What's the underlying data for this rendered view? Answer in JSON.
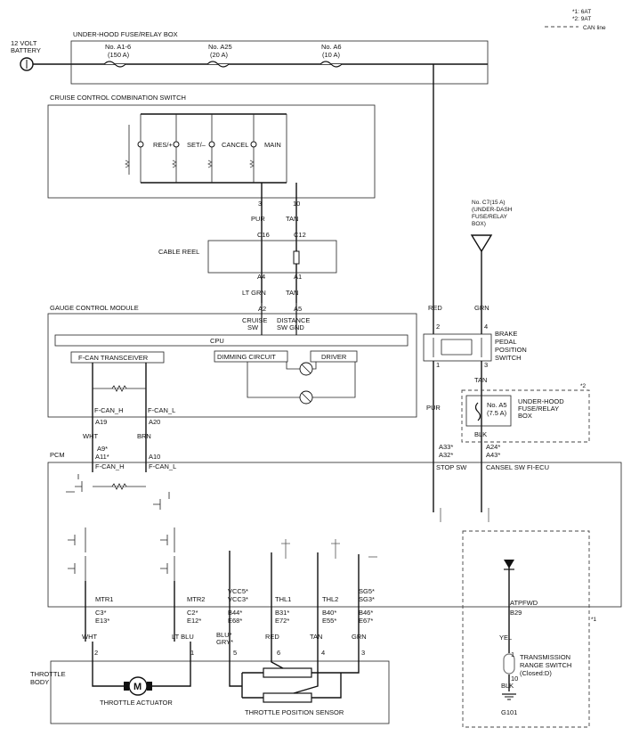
{
  "notes": {
    "n1": "*1: 6AT",
    "n2": "*2: 9AT",
    "can_line": "CAN line"
  },
  "battery": {
    "label1": "12 VOLT",
    "label2": "BATTERY"
  },
  "underhood_box": {
    "title": "UNDER-HOOD FUSE/RELAY BOX",
    "fuses": [
      {
        "name": "No. A1-6",
        "rating": "(150 A)"
      },
      {
        "name": "No. A25",
        "rating": "(20 A)"
      },
      {
        "name": "No. A6",
        "rating": "(10 A)"
      }
    ]
  },
  "cruise_switch": {
    "title": "CRUISE CONTROL COMBINATION SWITCH",
    "switches": [
      "RES/+",
      "SET/–",
      "CANCEL",
      "MAIN"
    ],
    "pins": [
      "3",
      "10"
    ],
    "wires": [
      "PUR",
      "TAN"
    ]
  },
  "cable_reel": {
    "title": "CABLE REEL",
    "top_pins": [
      "C16",
      "C12"
    ],
    "bottom_pins": [
      "A4",
      "A1"
    ],
    "wires": [
      "LT GRN",
      "TAN"
    ]
  },
  "gauge": {
    "title": "GAUGE CONTROL MODULE",
    "pins": [
      "A2",
      "A5"
    ],
    "cruise": [
      "CRUISE",
      "SW"
    ],
    "distance": [
      "DISTANCE",
      "SW GND"
    ],
    "cpu": "CPU",
    "fcan": "F-CAN TRANSCEIVER",
    "dimming": "DIMMING CIRCUIT",
    "driver": "DRIVER",
    "fcan_h": "F-CAN_H",
    "fcan_l": "F-CAN_L",
    "pin_a19": "A19",
    "pin_a20": "A20"
  },
  "can_wires": {
    "wht": "WHT",
    "brn": "BRN"
  },
  "under_dash": {
    "lines": [
      "No. C7(15 A)",
      "(UNDER-DASH",
      "FUSE/RELAY",
      "BOX)"
    ]
  },
  "brake": {
    "lines": [
      "BRAKE",
      "PEDAL",
      "POSITION",
      "SWITCH"
    ],
    "wire_red": "RED",
    "wire_grn": "GRN",
    "wire_pur": "PUR",
    "wire_tan": "TAN",
    "pins": [
      "2",
      "4",
      "1",
      "3"
    ]
  },
  "fuse_a5": {
    "name": "No. A5",
    "rating": "(7.5 A)",
    "box": [
      "UNDER-HOOD",
      "FUSE/RELAY",
      "BOX"
    ],
    "wire": "BLK",
    "note": "*2"
  },
  "pcm": {
    "title": "PCM",
    "a9": "A9*",
    "a11": "A11*",
    "a10": "A10",
    "fcan_h": "F-CAN_H",
    "fcan_l": "F-CAN_L",
    "a33": "A33*",
    "a32": "A32*",
    "stop_sw": "STOP SW",
    "a24": "A24*",
    "a43": "A43*",
    "cansel": "CANSEL SW FI-ECU",
    "mtr1": "MTR1",
    "mtr2": "MTR2",
    "vcc5": "VCC5*",
    "vcc3": "VCC3*",
    "thl1": "THL1",
    "thl2": "THL2",
    "sg5": "SG5*",
    "sg3": "SG3*",
    "atpfwd": "ATPFWD",
    "b29": "B29",
    "c3": "C3*",
    "e13": "E13*",
    "c2": "C2*",
    "e12": "E12*",
    "b44": "B44*",
    "e68": "E68*",
    "b31": "B31*",
    "e72": "E72*",
    "b40": "B40*",
    "e55": "E55*",
    "b46": "B46*",
    "e67": "E67*"
  },
  "throttle": {
    "title": [
      "THROTTLE",
      "BODY"
    ],
    "wires": [
      "WHT",
      "LT BLU",
      "BLU*",
      "GRY*",
      "RED",
      "TAN",
      "GRN"
    ],
    "pins": [
      "2",
      "1",
      "5",
      "6",
      "4",
      "3"
    ],
    "actuator": "THROTTLE ACTUATOR",
    "sensor": "THROTTLE POSITION SENSOR",
    "motor": "M"
  },
  "trs": {
    "lines": [
      "TRANSMISSION",
      "RANGE SWITCH",
      "(Closed:D)"
    ],
    "wire": "YEL",
    "blk": "BLK",
    "pin1": "1",
    "pin10": "10",
    "ground": "G101",
    "note": "*1"
  }
}
